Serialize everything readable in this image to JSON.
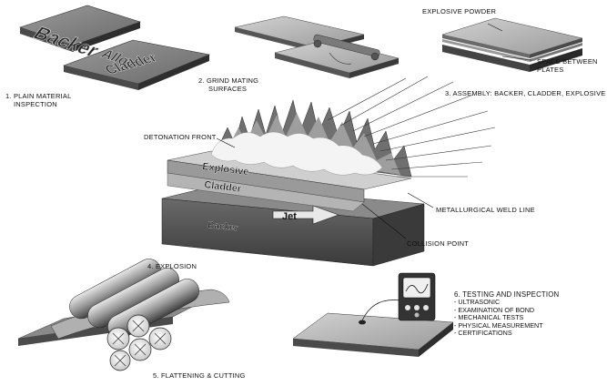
{
  "plate_words": {
    "backer": "Backer",
    "alloy": "Alloy",
    "cladder": "Cladder",
    "explosive": "Explosive",
    "cladder_main": "Cladder",
    "backer_main": "Backer",
    "jet": "Jet"
  },
  "labels": {
    "step1_line1": "1. PLAIN MATERIAL",
    "step1_line2": "INSPECTION",
    "step2_line1": "2. GRIND MATING",
    "step2_line2": "SURFACES",
    "step3_explosive_powder": "EXPLOSIVE POWDER",
    "step3_space_line1": "SPACE BETWEEN",
    "step3_space_line2": "PLATES",
    "step3_caption": "3. ASSEMBLY: BACKER, CLADDER, EXPLOSIVE",
    "detonation_front": "DETONATION FRONT",
    "weld_line": "METALLURGICAL WELD LINE",
    "collision_point": "COLLISION POINT",
    "step4_caption": "4. EXPLOSION",
    "step5_caption": "5. FLATTENING & CUTTING",
    "step6_caption": "6. TESTING AND INSPECTION"
  },
  "testing_items": [
    "ULTRASONIC",
    "EXAMINATION OF BOND",
    "MECHANICAL TESTS",
    "PHYSICAL MEASUREMENT",
    "CERTIFICATIONS"
  ],
  "colors": {
    "plate_top": "#b9b9b9",
    "plate_side": "#5e5e5e",
    "plate_dark": "#3a3a3a",
    "text": "#111111"
  }
}
